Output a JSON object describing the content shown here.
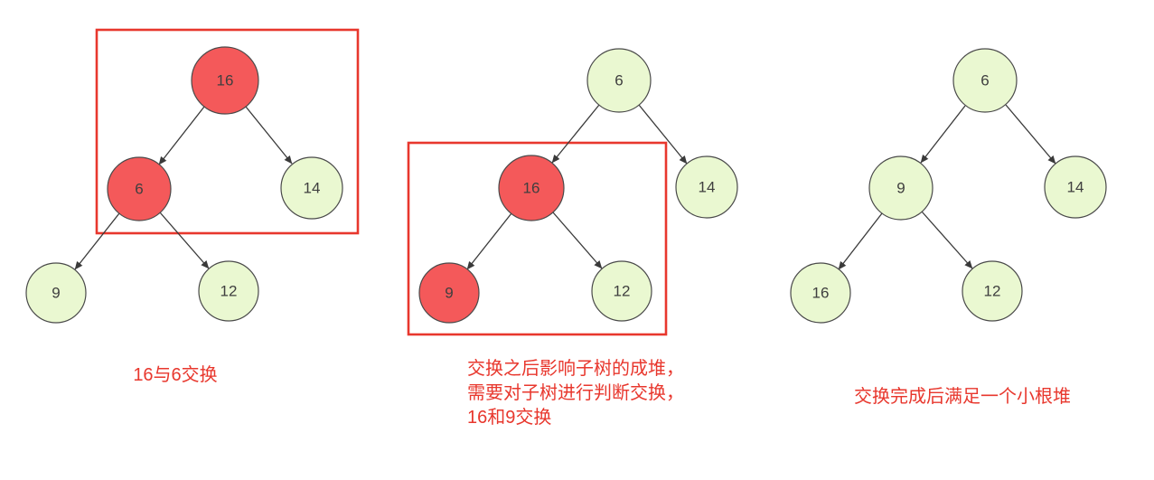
{
  "colors": {
    "node_red": "#f4595a",
    "node_green": "#eaf8d1",
    "node_outline": "#4a4a4a",
    "edge": "#3a3a3a",
    "highlight_box": "#e8372d",
    "caption_text": "#e8372d",
    "background": "#ffffff"
  },
  "trees": [
    {
      "id": "step-1",
      "values": {
        "root": "16",
        "left": "6",
        "right": "14",
        "left_left": "9",
        "left_right": "12"
      },
      "caption_lines": [
        "16与6交换"
      ]
    },
    {
      "id": "step-2",
      "values": {
        "root": "6",
        "left": "16",
        "right": "14",
        "left_left": "9",
        "left_right": "12"
      },
      "caption_lines": [
        "交换之后影响子树的成堆，",
        "需要对子树进行判断交换，",
        "16和9交换"
      ]
    },
    {
      "id": "step-3",
      "values": {
        "root": "6",
        "left": "9",
        "right": "14",
        "left_left": "16",
        "left_right": "12"
      },
      "caption_lines": [
        "交换完成后满足一个小根堆"
      ]
    }
  ]
}
